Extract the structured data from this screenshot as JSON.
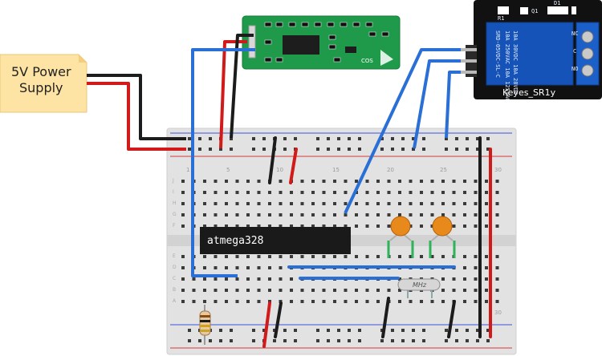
{
  "power_note": {
    "line1": "5V Power",
    "line2": "Supply"
  },
  "microcontroller": {
    "label": "atmega328"
  },
  "relay_module": {
    "label": "Keyes_SR1y",
    "rating_line1": "SRD-05VDC-SL-C",
    "rating_line2": "10A 250VAC  10A 125VAC",
    "rating_line3": "10A 30VDC  10A 28VDC",
    "terminal_nc": "NC",
    "terminal_c": "C",
    "terminal_no": "NO",
    "diode_label": "D1",
    "resistor_label": "R1",
    "transistor_label": "Q1"
  },
  "sensor_board": {
    "label": "COS"
  },
  "crystal": {
    "label": "MHz"
  },
  "breadboard": {
    "column_numbers": [
      "1",
      "5",
      "10",
      "15",
      "20",
      "25",
      "30"
    ],
    "row_letters": [
      "J",
      "I",
      "H",
      "G",
      "F",
      "E",
      "D",
      "C",
      "B",
      "A"
    ]
  },
  "colors": {
    "wire_red": "#d11a1a",
    "wire_black": "#1c1c1c",
    "wire_blue": "#2a6fd6",
    "pcb_green": "#1f9a4a",
    "relay_blue": "#1553b8",
    "note_fill": "#fde3a4",
    "capacitor": "#e8891c",
    "breadboard": "#e4e4e4"
  }
}
